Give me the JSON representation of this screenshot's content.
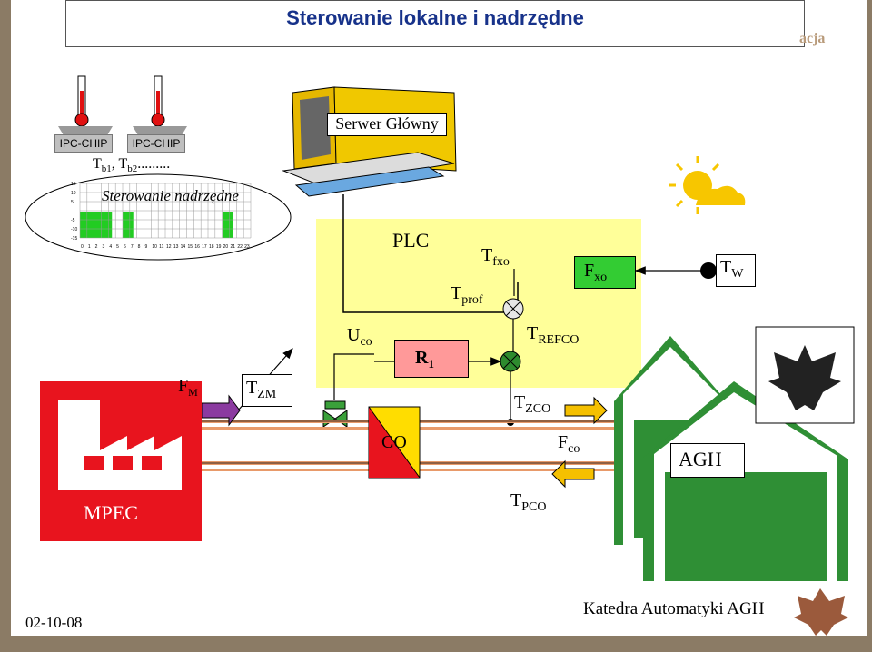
{
  "title": "Sterowanie lokalne i nadrzędne",
  "ghost_text": "acja",
  "chips": [
    "IPC-CHIP",
    "IPC-CHIP"
  ],
  "tb_label": {
    "t": "T",
    "b1": "b1",
    "sep": ", ",
    "t2": "T",
    "b2": "b2",
    "dots": "........."
  },
  "schedule": {
    "label": "Sterowanie nadrzędne",
    "y_ticks": [
      "15",
      "10",
      "5",
      "-5",
      "-10",
      "-15"
    ],
    "x_ticks": [
      "0",
      "1",
      "2",
      "3",
      "4",
      "5",
      "6",
      "7",
      "8",
      "9",
      "10",
      "11",
      "12",
      "13",
      "14",
      "15",
      "16",
      "17",
      "18",
      "19",
      "20",
      "21",
      "22",
      "23"
    ],
    "on_hours": [
      [
        0,
        4.5
      ],
      [
        6,
        7.5
      ],
      [
        20,
        21.5
      ]
    ]
  },
  "server": "Serwer Główny",
  "plc": "PLC",
  "tfxo": {
    "t": "T",
    "sub": "fxo"
  },
  "fxo": {
    "f": "F",
    "sub": "xo"
  },
  "tw": {
    "t": "T",
    "sub": "W"
  },
  "tprof": {
    "t": "T",
    "sub": "prof"
  },
  "uco": {
    "u": "U",
    "sub": "co"
  },
  "r1": {
    "r": "R",
    "sub": "1"
  },
  "trefco": {
    "t": "T",
    "sub": "REFCO"
  },
  "fm": {
    "f": "F",
    "sub": "M"
  },
  "tzm": {
    "t": "T",
    "sub": "ZM"
  },
  "tzco": {
    "t": "T",
    "sub": "ZCO"
  },
  "co": "CO",
  "fco": {
    "f": "F",
    "sub": "co"
  },
  "tpco": {
    "t": "T",
    "sub": "PCO"
  },
  "mpec": "MPEC",
  "agh": "AGH",
  "footer_date": "02-10-08",
  "footer_org": "Katedra Automatyki AGH",
  "colors": {
    "brand_title": "#17328a",
    "plc_bg": "#ffff99",
    "mpec_red": "#e8141e",
    "house_green": "#2f8f35",
    "schedule_green": "#22cc22"
  }
}
